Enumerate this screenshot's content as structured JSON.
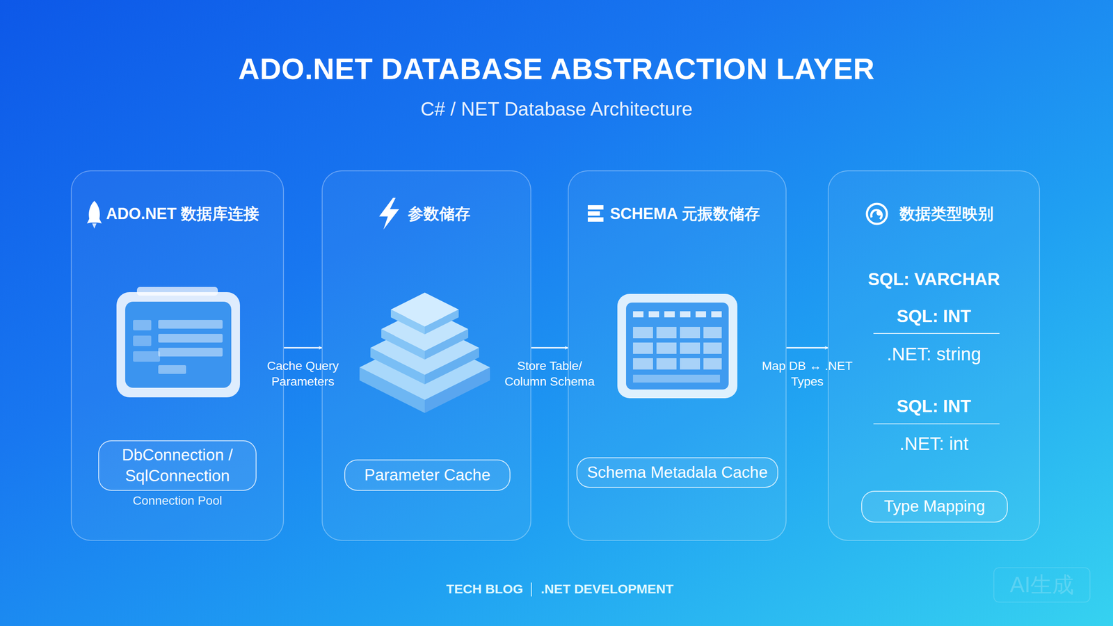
{
  "diagram": {
    "title": "ADO.NET DATABASE ABSTRACTION LAYER",
    "nodes": [
      {
        "text": [
          "ADO.NET 数据库连接",
          "Connection Pool"
        ]
      },
      {
        "text": [
          "DbConnection / SqlConnection"
        ],
        "in": 0
      },
      {
        "text": [
          "参数储存"
        ]
      },
      {
        "text": [
          "Parameter Cache"
        ],
        "in": 2
      },
      {
        "text": [
          "SCHEMA 元振数储存"
        ]
      },
      {
        "text": [
          "Schema Metadala Cache"
        ],
        "in": 4
      },
      {
        "text": [
          "数据类型映别",
          "SQL: VARCHAR",
          "SQL: INT",
          ".NET: string",
          "SQL: INT",
          ".NET: int"
        ]
      },
      {
        "text": [
          "Type Mapping"
        ],
        "in": 6
      }
    ],
    "edges": [
      {
        "from": 0,
        "to": 2,
        "label": "Cache Query Parameters",
        "arrow": "to"
      },
      {
        "from": 2,
        "to": 4,
        "label": "Store Table/ Column Schema",
        "arrow": "to"
      },
      {
        "from": 4,
        "to": 6,
        "label": "Map DB ↔ .NET Types",
        "arrow": "to"
      }
    ],
    "labels": [
      "C# / NET Database Architecture",
      "TECH BLOG",
      ".NET DEVELOPMENT",
      "AI生成"
    ]
  }
}
